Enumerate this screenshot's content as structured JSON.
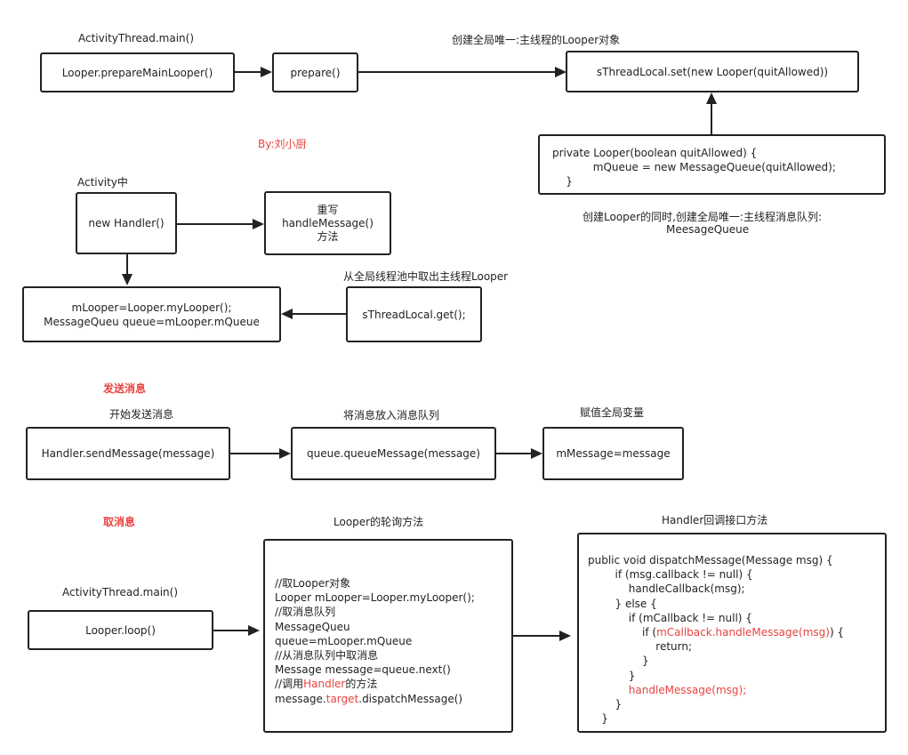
{
  "section1": {
    "label_main": "ActivityThread.main()",
    "box_prepare_main_looper": "Looper.prepareMainLooper()",
    "box_prepare": "prepare()",
    "label_create_looper": "创建全局唯一:主线程的Looper对象",
    "box_threadlocal_set": "sThreadLocal.set(new Looper(quitAllowed))",
    "constructor_lines": [
      "private Looper(boolean quitAllowed) {",
      "            mQueue = new MessageQueue(quitAllowed);",
      "    }"
    ],
    "label_create_queue_line1": "创建Looper的同时,创建全局唯一:主线程消息队列:",
    "label_create_queue_line2": "MeesageQueue"
  },
  "author": "By:刘小厨",
  "section2": {
    "label_activity": "Activity中",
    "box_new_handler": "new Handler()",
    "override_lines": [
      "重写",
      "handleMessage()",
      "方法"
    ],
    "label_take_looper": "从全局线程池中取出主线程Looper",
    "box_threadlocal_get": "sThreadLocal.get();",
    "mlooper_lines": [
      "mLooper=Looper.myLooper();",
      "MessageQueu queue=mLooper.mQueue"
    ]
  },
  "section3": {
    "title": "发送消息",
    "label_start_send": "开始发送消息",
    "box_send_message": "Handler.sendMessage(message)",
    "label_enqueue": "将消息放入消息队列",
    "box_queue_message": "queue.queueMessage(message)",
    "label_assign_global": "赋值全局变量",
    "box_mmessage": "mMessage=message"
  },
  "section4": {
    "title": "取消息",
    "label_main": "ActivityThread.main()",
    "box_loop": "Looper.loop()",
    "label_polling": "Looper的轮询方法",
    "loop_code": [
      "//取Looper对象",
      "Looper mLooper=Looper.myLooper();",
      "//取消息队列",
      "MessageQueu",
      "queue=mLooper.mQueue",
      "//从消息队列中取消息",
      "Message message=queue.next()",
      "//调用",
      "Handler",
      "的方法",
      "message.",
      "target",
      ".dispatchMessage()"
    ],
    "label_callback": "Handler回调接口方法",
    "dispatch_code": [
      "public void dispatchMessage(Message msg) {",
      "        if (msg.callback != null) {",
      "            handleCallback(msg);",
      "        } else {",
      "            if (mCallback != null) {",
      "                if (",
      "mCallback.handleMessage(msg)",
      ") {",
      "                    return;",
      "                }",
      "            }",
      "            handleMessage(msg);",
      "        }",
      "    }"
    ]
  },
  "colors": {
    "accent": "#e8433f",
    "stroke": "#222222"
  }
}
